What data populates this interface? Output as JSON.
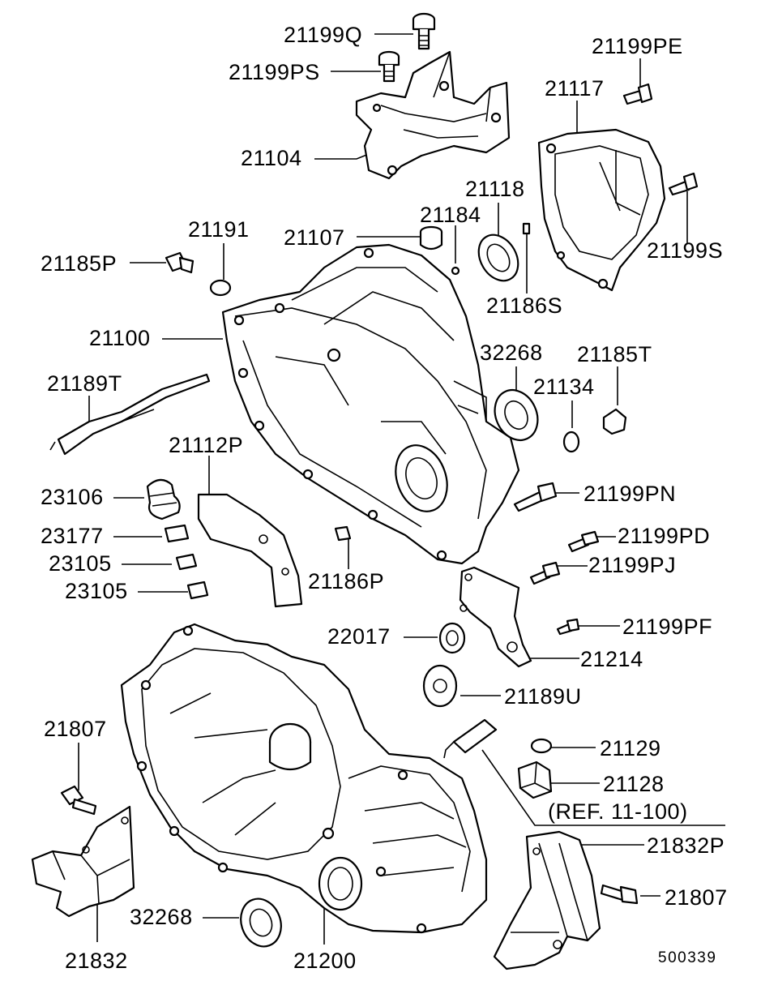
{
  "labels": {
    "p21199Q": "21199Q",
    "p21199PS": "21199PS",
    "p21199PE": "21199PE",
    "p21117": "21117",
    "p21104": "21104",
    "p21118": "21118",
    "p21184": "21184",
    "p21191": "21191",
    "p21107": "21107",
    "p21185P": "21185P",
    "p21199S": "21199S",
    "p21186S": "21186S",
    "p21100": "21100",
    "p32268a": "32268",
    "p21185T": "21185T",
    "p21189T": "21189T",
    "p21134": "21134",
    "p21112P": "21112P",
    "p23106": "23106",
    "p21199PN": "21199PN",
    "p23177": "23177",
    "p21199PD": "21199PD",
    "p23105a": "23105",
    "p21199PJ": "21199PJ",
    "p21186P": "21186P",
    "p23105b": "23105",
    "p22017": "22017",
    "p21199PF": "21199PF",
    "p21214": "21214",
    "p21189U": "21189U",
    "p21807a": "21807",
    "p21129": "21129",
    "p21128": "21128",
    "ref": "(REF. 11-100)",
    "p21832P": "21832P",
    "p21807b": "21807",
    "p32268b": "32268",
    "p21832": "21832",
    "p21200": "21200",
    "code": "500339"
  }
}
